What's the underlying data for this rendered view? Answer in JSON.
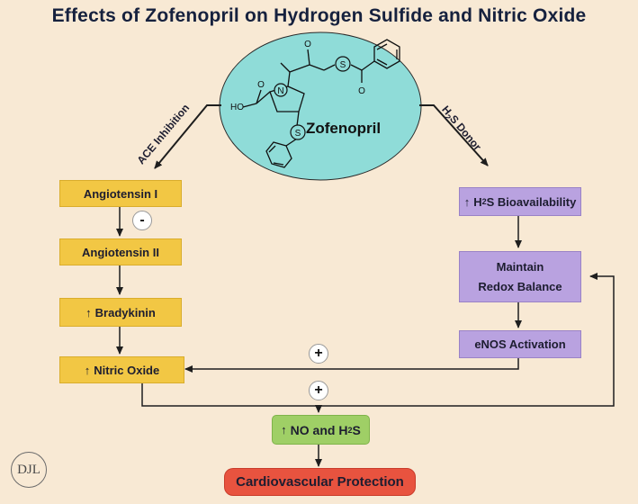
{
  "title": "Effects of Zofenopril on Hydrogen Sulfide and Nitric Oxide",
  "drug": {
    "name": "Zofenopril",
    "hydroxyl_label": "HO",
    "ring_atoms": {
      "n": "N",
      "s1": "S",
      "s2": "S",
      "o1": "O",
      "o2": "O"
    }
  },
  "branches": {
    "left_label": "ACE Inhibition",
    "right_label_prefix": "H",
    "right_label_sub": "2",
    "right_label_suffix": "S Donor"
  },
  "left_column": {
    "ang1": "Angiotensin I",
    "ang2": "Angiotensin II",
    "brady": "Bradykinin",
    "no": "Nitric Oxide",
    "minus": "-"
  },
  "right_column": {
    "h2s_prefix": "H",
    "h2s_sub": "2",
    "h2s_suffix": "S Bioavailability",
    "redox_line1": "Maintain",
    "redox_line2": "Redox Balance",
    "enos": "eNOS Activation"
  },
  "center": {
    "plus_top": "+",
    "plus_bottom": "+",
    "combo_prefix": "NO and H",
    "combo_sub": "2",
    "combo_suffix": "S",
    "outcome": "Cardiovascular Protection"
  },
  "up_arrow_glyph": "↑",
  "logo_text": "DJL",
  "colors": {
    "background": "#f8e9d4",
    "yellow": "#f2c744",
    "purple": "#b9a2e0",
    "green": "#9fcf66",
    "red": "#e8533f",
    "ellipse": "#8fdcd8"
  }
}
